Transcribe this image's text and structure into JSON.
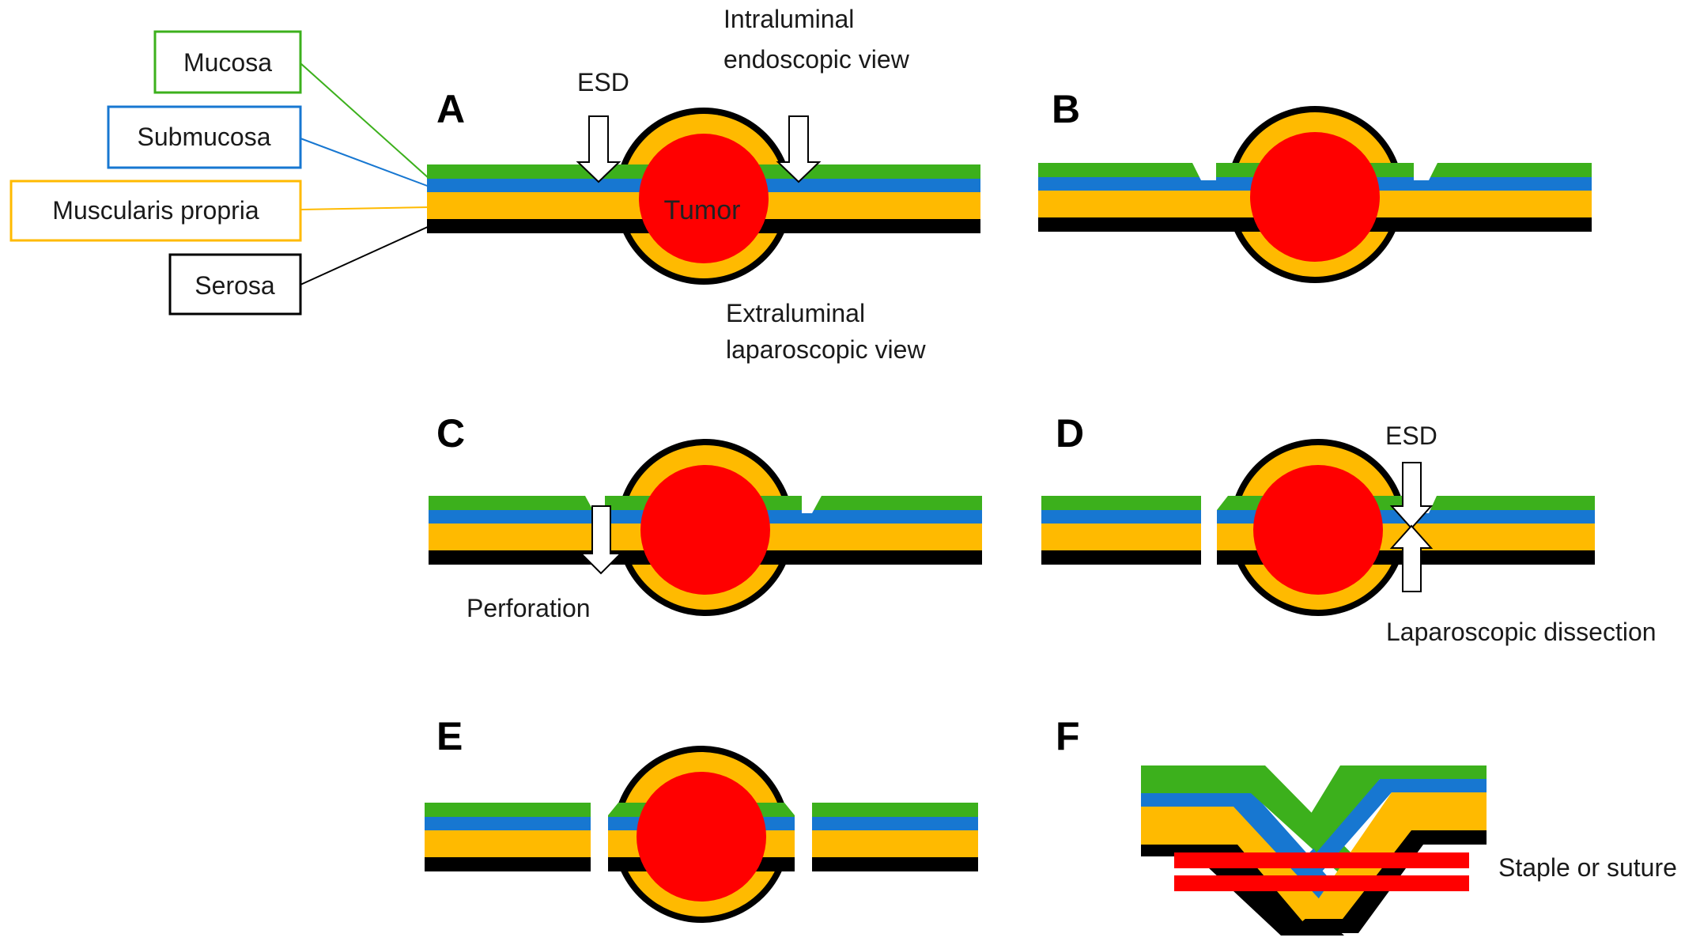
{
  "legend": [
    {
      "key": "mucosa",
      "label": "Mucosa",
      "color": "#3cb01c"
    },
    {
      "key": "submucosa",
      "label": "Submucosa",
      "color": "#1777d1"
    },
    {
      "key": "muscularis",
      "label": "Muscularis propria",
      "color": "#ffba00"
    },
    {
      "key": "serosa",
      "label": "Serosa",
      "color": "#000000"
    }
  ],
  "tumor_color": "#ff0000",
  "panels": {
    "a": {
      "letter": "A",
      "tumor_label": "Tumor",
      "esd_label": "ESD",
      "intraluminal_line1": "Intraluminal",
      "intraluminal_line2": "endoscopic view",
      "extraluminal_line1": "Extraluminal",
      "extraluminal_line2": "laparoscopic view"
    },
    "b": {
      "letter": "B"
    },
    "c": {
      "letter": "C",
      "perforation_label": "Perforation"
    },
    "d": {
      "letter": "D",
      "esd_label": "ESD",
      "laparoscopic_label": "Laparoscopic dissection"
    },
    "e": {
      "letter": "E"
    },
    "f": {
      "letter": "F",
      "staple_label": "Staple or suture"
    }
  }
}
